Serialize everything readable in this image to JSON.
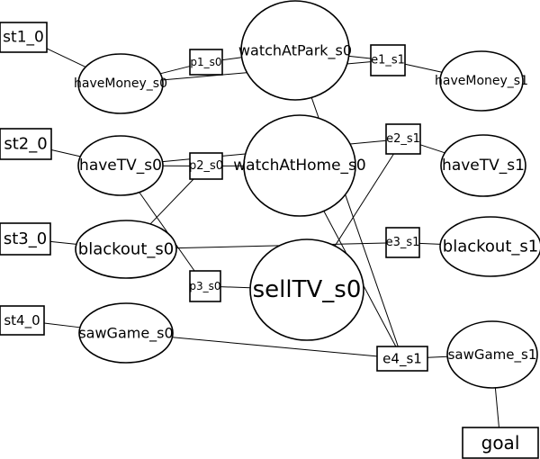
{
  "diagram": {
    "nodes": {
      "st1_0": "st1_0",
      "st2_0": "st2_0",
      "st3_0": "st3_0",
      "st4_0": "st4_0",
      "haveMoney_s0": "haveMoney_s0",
      "haveTV_s0": "haveTV_s0",
      "blackout_s0": "blackout_s0",
      "sawGame_s0": "sawGame_s0",
      "p1_s0": "p1_s0",
      "p2_s0": "p2_s0",
      "p3_s0": "p3_s0",
      "watchAtPark_s0": "watchAtPark_s0",
      "watchAtHome_s0": "watchAtHome_s0",
      "sellTV_s0": "sellTV_s0",
      "e1_s1": "e1_s1",
      "e2_s1": "e2_s1",
      "e3_s1": "e3_s1",
      "e4_s1": "e4_s1",
      "haveMoney_s1": "haveMoney_s1",
      "haveTV_s1": "haveTV_s1",
      "blackout_s1": "blackout_s1",
      "sawGame_s1": "sawGame_s1",
      "goal": "goal"
    },
    "edges": [
      [
        "st1_0",
        "haveMoney_s0"
      ],
      [
        "st2_0",
        "haveTV_s0"
      ],
      [
        "st3_0",
        "blackout_s0"
      ],
      [
        "st4_0",
        "sawGame_s0"
      ],
      [
        "haveMoney_s0",
        "p1_s0"
      ],
      [
        "p1_s0",
        "watchAtPark_s0"
      ],
      [
        "haveMoney_s0",
        "e1_s1"
      ],
      [
        "watchAtPark_s0",
        "e1_s1"
      ],
      [
        "e1_s1",
        "haveMoney_s1"
      ],
      [
        "watchAtPark_s0",
        "e4_s1"
      ],
      [
        "haveTV_s0",
        "p2_s0"
      ],
      [
        "p2_s0",
        "watchAtHome_s0"
      ],
      [
        "blackout_s0",
        "p2_s0"
      ],
      [
        "haveTV_s0",
        "p3_s0"
      ],
      [
        "p3_s0",
        "sellTV_s0"
      ],
      [
        "haveTV_s0",
        "e2_s1"
      ],
      [
        "e2_s1",
        "haveTV_s1"
      ],
      [
        "sellTV_s0",
        "e2_s1"
      ],
      [
        "blackout_s0",
        "e3_s1"
      ],
      [
        "e3_s1",
        "blackout_s1"
      ],
      [
        "watchAtHome_s0",
        "e4_s1"
      ],
      [
        "sawGame_s0",
        "e4_s1"
      ],
      [
        "e4_s1",
        "sawGame_s1"
      ],
      [
        "sawGame_s1",
        "goal"
      ]
    ]
  }
}
